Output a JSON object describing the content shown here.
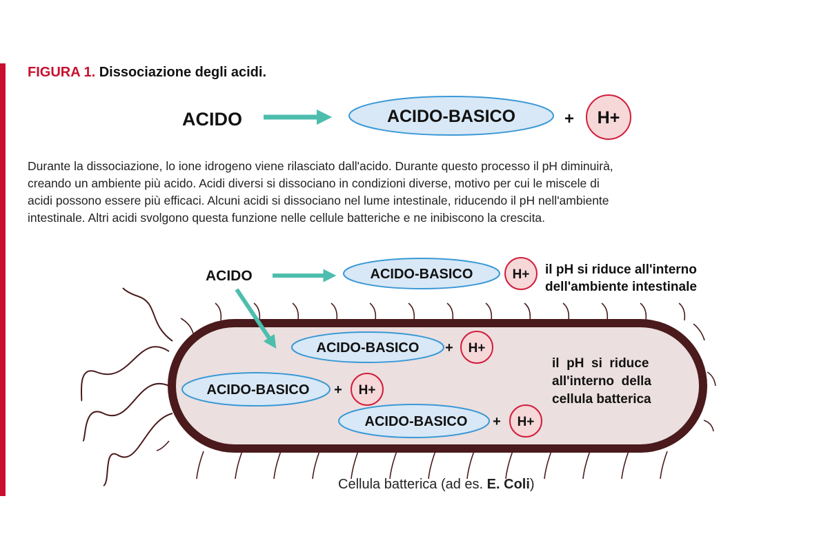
{
  "title": {
    "prefix": "FIGURA 1.",
    "text": "Dissociazione degli acidi."
  },
  "equation": {
    "acid": "ACIDO",
    "base": "ACIDO-BASICO",
    "plus": "+",
    "ion": "H+"
  },
  "paragraph": [
    "Durante la dissociazione, lo ione idrogeno viene rilasciato dall'acido. Durante questo processo il pH diminuirà,",
    "creando un ambiente più acido. Acidi diversi si dissociano in condizioni diverse, motivo per cui le miscele di",
    "acidi possono essere più efficaci. Alcuni acidi si dissociano nel lume intestinale, riducendo il pH nell'ambiente",
    "intestinale. Altri acidi svolgono questa funzione nelle cellule batteriche e ne inibiscono la crescita."
  ],
  "diagram": {
    "acid": "ACIDO",
    "outside_base": "ACIDO-BASICO",
    "outside_ion": "H+",
    "outside_note": [
      "il pH si riduce all'interno",
      "dell'ambiente intestinale"
    ],
    "inside": [
      {
        "base": "ACIDO-BASICO",
        "plus": "+",
        "ion": "H+"
      },
      {
        "base": "ACIDO-BASICO",
        "plus": "+",
        "ion": "H+"
      },
      {
        "base": "ACIDO-BASICO",
        "plus": "+",
        "ion": "H+"
      }
    ],
    "inside_note": [
      "il  pH  si  riduce",
      "all'interno  della",
      "cellula batterica"
    ],
    "caption": "Cellula batterica (ad es.",
    "caption_bold": "E. Coli",
    "caption_end": ")"
  },
  "colors": {
    "accent": "#c8102e",
    "arrow": "#4dbdad",
    "base_fill": "#d8e8f6",
    "base_stroke": "#3a98d6",
    "ion_fill": "#f6d8d8",
    "ion_stroke": "#d21d3c",
    "cell_fill": "#ebdfdf",
    "cell_stroke": "#4a1a1c"
  }
}
